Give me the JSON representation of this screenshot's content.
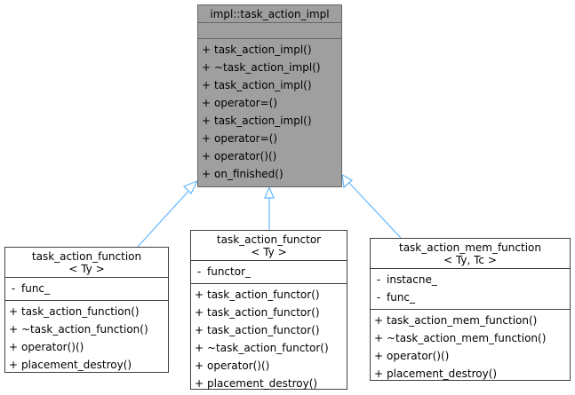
{
  "base": {
    "title": "impl::task_action_impl",
    "attributes": [],
    "methods": [
      {
        "vis": "+",
        "name": "task_action_impl()"
      },
      {
        "vis": "+",
        "name": "~task_action_impl()"
      },
      {
        "vis": "+",
        "name": "task_action_impl()"
      },
      {
        "vis": "+",
        "name": "operator=()"
      },
      {
        "vis": "+",
        "name": "task_action_impl()"
      },
      {
        "vis": "+",
        "name": "operator=()"
      },
      {
        "vis": "+",
        "name": "operator()()"
      },
      {
        "vis": "+",
        "name": "on_finished()"
      }
    ]
  },
  "derived": [
    {
      "title_line1": "task_action_function",
      "title_line2": "< Ty >",
      "attributes": [
        {
          "vis": "-",
          "name": "func_"
        }
      ],
      "methods": [
        {
          "vis": "+",
          "name": "task_action_function()"
        },
        {
          "vis": "+",
          "name": "~task_action_function()"
        },
        {
          "vis": "+",
          "name": "operator()()"
        },
        {
          "vis": "+",
          "name": "placement_destroy()"
        }
      ]
    },
    {
      "title_line1": "task_action_functor",
      "title_line2": "< Ty >",
      "attributes": [
        {
          "vis": "-",
          "name": "functor_"
        }
      ],
      "methods": [
        {
          "vis": "+",
          "name": "task_action_functor()"
        },
        {
          "vis": "+",
          "name": "task_action_functor()"
        },
        {
          "vis": "+",
          "name": "task_action_functor()"
        },
        {
          "vis": "+",
          "name": "~task_action_functor()"
        },
        {
          "vis": "+",
          "name": "operator()()"
        },
        {
          "vis": "+",
          "name": "placement_destroy()"
        }
      ]
    },
    {
      "title_line1": "task_action_mem_function",
      "title_line2": "< Ty, Tc >",
      "attributes": [
        {
          "vis": "-",
          "name": "instacne_"
        },
        {
          "vis": "-",
          "name": "func_"
        }
      ],
      "methods": [
        {
          "vis": "+",
          "name": "task_action_mem_function()"
        },
        {
          "vis": "+",
          "name": "~task_action_mem_function()"
        },
        {
          "vis": "+",
          "name": "operator()()"
        },
        {
          "vis": "+",
          "name": "placement_destroy()"
        }
      ]
    }
  ],
  "colors": {
    "base_fill": "#9f9f9f",
    "edge": "#63b8ff"
  }
}
